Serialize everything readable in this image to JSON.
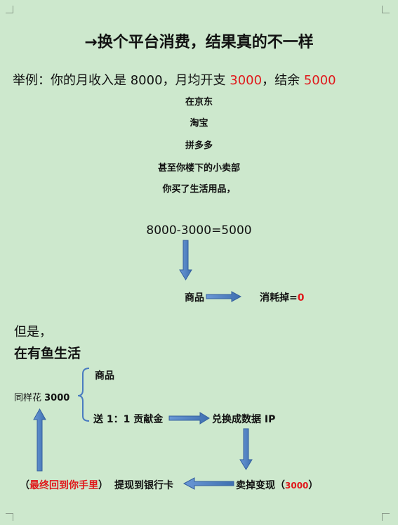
{
  "title": "→换个平台消费，结果真的不一样",
  "example": {
    "prefix": "举例：你的月收入是 8000，月均开支 ",
    "expense": "3000",
    "middle": "，结余 ",
    "balance": "5000"
  },
  "platforms": [
    "在京东",
    "淘宝",
    "拼多多",
    "甚至你楼下的小卖部",
    "你买了生活用品，"
  ],
  "equation": "8000-3000=5000",
  "goods": "商品",
  "consumed_label": "消耗掉=",
  "consumed_value": "0",
  "but": "但是，",
  "live_in": "在有鱼生活",
  "same_spend": {
    "label": "同样花 ",
    "amount": "3000"
  },
  "branch_goods": "商品",
  "gift": "送 1：1 贡献金",
  "redeem": "兑换成数据 IP",
  "sell": {
    "label": "卖掉变现（",
    "amount": "3000",
    "suffix": "）"
  },
  "withdraw": "提现到银行卡",
  "back": {
    "open": "（",
    "text": "最终回到你手里",
    "close": "）"
  },
  "colors": {
    "background": "#cde8cd",
    "accent_red": "#e0181b",
    "arrow_blue": "#4a7cc0",
    "brace_blue": "#4a7cc0"
  }
}
